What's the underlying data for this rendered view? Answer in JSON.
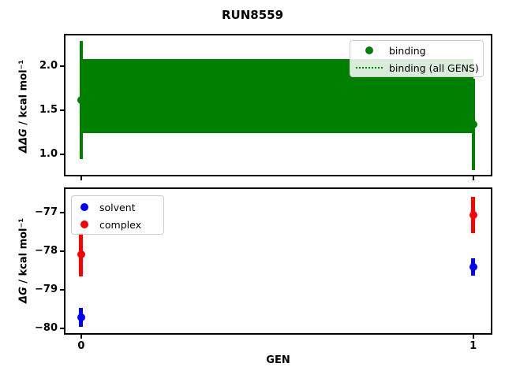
{
  "title": "RUN8559",
  "colors": {
    "binding": "#008000",
    "band": "#008000",
    "solvent": "#0000ff",
    "complex": "#ff0000",
    "spine": "#000000",
    "legend_border": "#cccccc"
  },
  "chart_data": [
    {
      "type": "scatter",
      "panel": "top",
      "ylabel_math": "ΔΔG",
      "ylabel_rest": " / kcal mol⁻¹",
      "xlabel": "",
      "xlim": [
        -0.04,
        1.045
      ],
      "ylim": [
        0.77,
        2.35
      ],
      "xticks": [
        0,
        1
      ],
      "xtick_labels": [],
      "yticks": [
        2.0,
        1.5,
        1.0
      ],
      "ytick_labels": [
        "2.0",
        "1.5",
        "1.0"
      ],
      "grid": false,
      "series": [
        {
          "name": "binding",
          "color": "#008000",
          "marker": "circle",
          "line_width": 4,
          "x": [
            0,
            1
          ],
          "y": [
            1.62,
            1.34
          ],
          "yerr": [
            0.67,
            0.52
          ]
        }
      ],
      "band": {
        "name": "binding (all GENS)",
        "color": "#008000",
        "line_style": "dotted",
        "x": [
          0,
          1
        ],
        "y_low": 1.24,
        "y_high": 2.08
      },
      "legend": {
        "position": "upper right",
        "entries": [
          {
            "label": "binding",
            "handle": "dot",
            "color": "#008000"
          },
          {
            "label": "binding (all GENS)",
            "handle": "dotted-line",
            "color": "#008000"
          }
        ]
      }
    },
    {
      "type": "scatter",
      "panel": "bottom",
      "ylabel_math": "ΔG",
      "ylabel_rest": " / kcal mol⁻¹",
      "xlabel": "GEN",
      "xlim": [
        -0.04,
        1.045
      ],
      "ylim": [
        -80.13,
        -76.39
      ],
      "xticks": [
        0,
        1
      ],
      "xtick_labels": [
        "0",
        "1"
      ],
      "yticks": [
        -77,
        -78,
        -79,
        -80
      ],
      "ytick_labels": [
        "−77",
        "−78",
        "−79",
        "−80"
      ],
      "grid": false,
      "series": [
        {
          "name": "solvent",
          "color": "#0000ff",
          "marker": "circle",
          "line_width": 5,
          "x": [
            0,
            1
          ],
          "y": [
            -79.72,
            -78.41
          ],
          "yerr": [
            0.25,
            0.22
          ]
        },
        {
          "name": "complex",
          "color": "#ff0000",
          "marker": "circle",
          "line_width": 5,
          "x": [
            0,
            1
          ],
          "y": [
            -78.09,
            -77.06
          ],
          "yerr": [
            0.56,
            0.47
          ]
        }
      ],
      "legend": {
        "position": "upper left",
        "entries": [
          {
            "label": "solvent",
            "handle": "dot",
            "color": "#0000ff"
          },
          {
            "label": "complex",
            "handle": "dot",
            "color": "#ff0000"
          }
        ]
      }
    }
  ]
}
